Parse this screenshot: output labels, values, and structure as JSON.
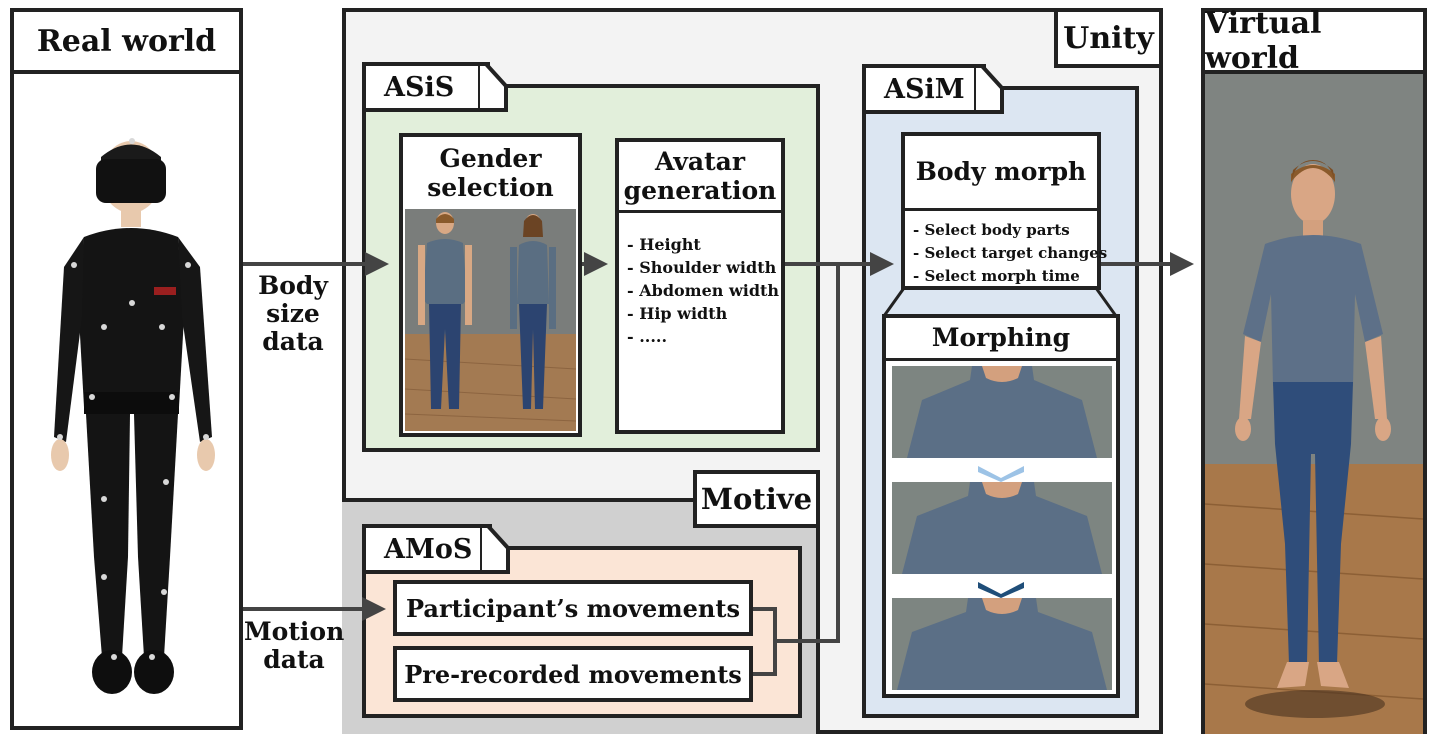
{
  "real_world": {
    "title": "Real world"
  },
  "virtual_world": {
    "title": "Virtual world"
  },
  "unity": {
    "label": "Unity"
  },
  "motive": {
    "label": "Motive"
  },
  "asis": {
    "label": "ASiS",
    "gender": {
      "title_line1": "Gender",
      "title_line2": "selection"
    },
    "avatar": {
      "title_line1": "Avatar",
      "title_line2": "generation",
      "items": [
        "- Height",
        "- Shoulder width",
        "- Abdomen width",
        "- Hip width",
        "- ....."
      ]
    }
  },
  "asim": {
    "label": "ASiM",
    "body_morph": {
      "title": "Body morph",
      "items": [
        "- Select body parts",
        "- Select target changes",
        "- Select morph time"
      ]
    },
    "morphing": {
      "title": "Morphing"
    }
  },
  "amos": {
    "label": "AMoS",
    "participant": "Participant’s movements",
    "prerecorded": "Pre-recorded movements"
  },
  "arrows": {
    "body_size": {
      "line1": "Body",
      "line2": "size",
      "line3": "data"
    },
    "motion": {
      "line1": "Motion",
      "line2": "data"
    }
  },
  "colors": {
    "asis_bg": "#e2efdb",
    "asim_bg": "#dce6f2",
    "amos_bg": "#fbe5d6",
    "motive_bg": "#d0d0d0",
    "unity_bg": "#f3f3f3",
    "chevron_light": "#9dc3e6",
    "chevron_dark": "#1f4e79"
  }
}
